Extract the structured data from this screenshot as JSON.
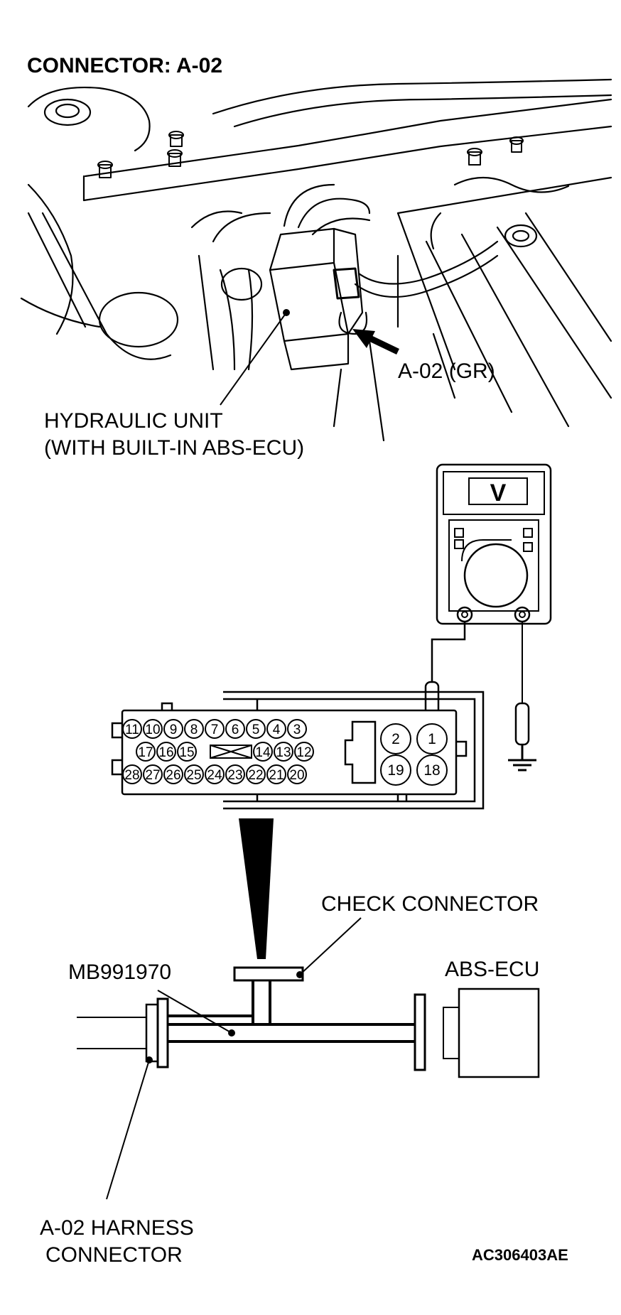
{
  "title": "CONNECTOR: A-02",
  "labels": {
    "connector_arrow": "A-02 (GR)",
    "hydraulic_unit_line1": "HYDRAULIC UNIT",
    "hydraulic_unit_line2": "(WITH BUILT-IN ABS-ECU)",
    "meter_symbol": "V",
    "check_connector": "CHECK CONNECTOR",
    "tool_number": "MB991970",
    "abs_ecu": "ABS-ECU",
    "harness_line1": "A-02 HARNESS",
    "harness_line2": "CONNECTOR",
    "figure_code": "AC306403AE"
  },
  "pins": {
    "row1": [
      "11",
      "10",
      "9",
      "8",
      "7",
      "6",
      "5",
      "4",
      "3"
    ],
    "row2_left": [
      "17",
      "16",
      "15"
    ],
    "row2_right": [
      "14",
      "13",
      "12"
    ],
    "row3": [
      "28",
      "27",
      "26",
      "25",
      "24",
      "23",
      "22",
      "21",
      "20"
    ],
    "large": [
      "2",
      "1",
      "19",
      "18"
    ]
  },
  "colors": {
    "ink": "#000000",
    "paper": "#ffffff"
  }
}
